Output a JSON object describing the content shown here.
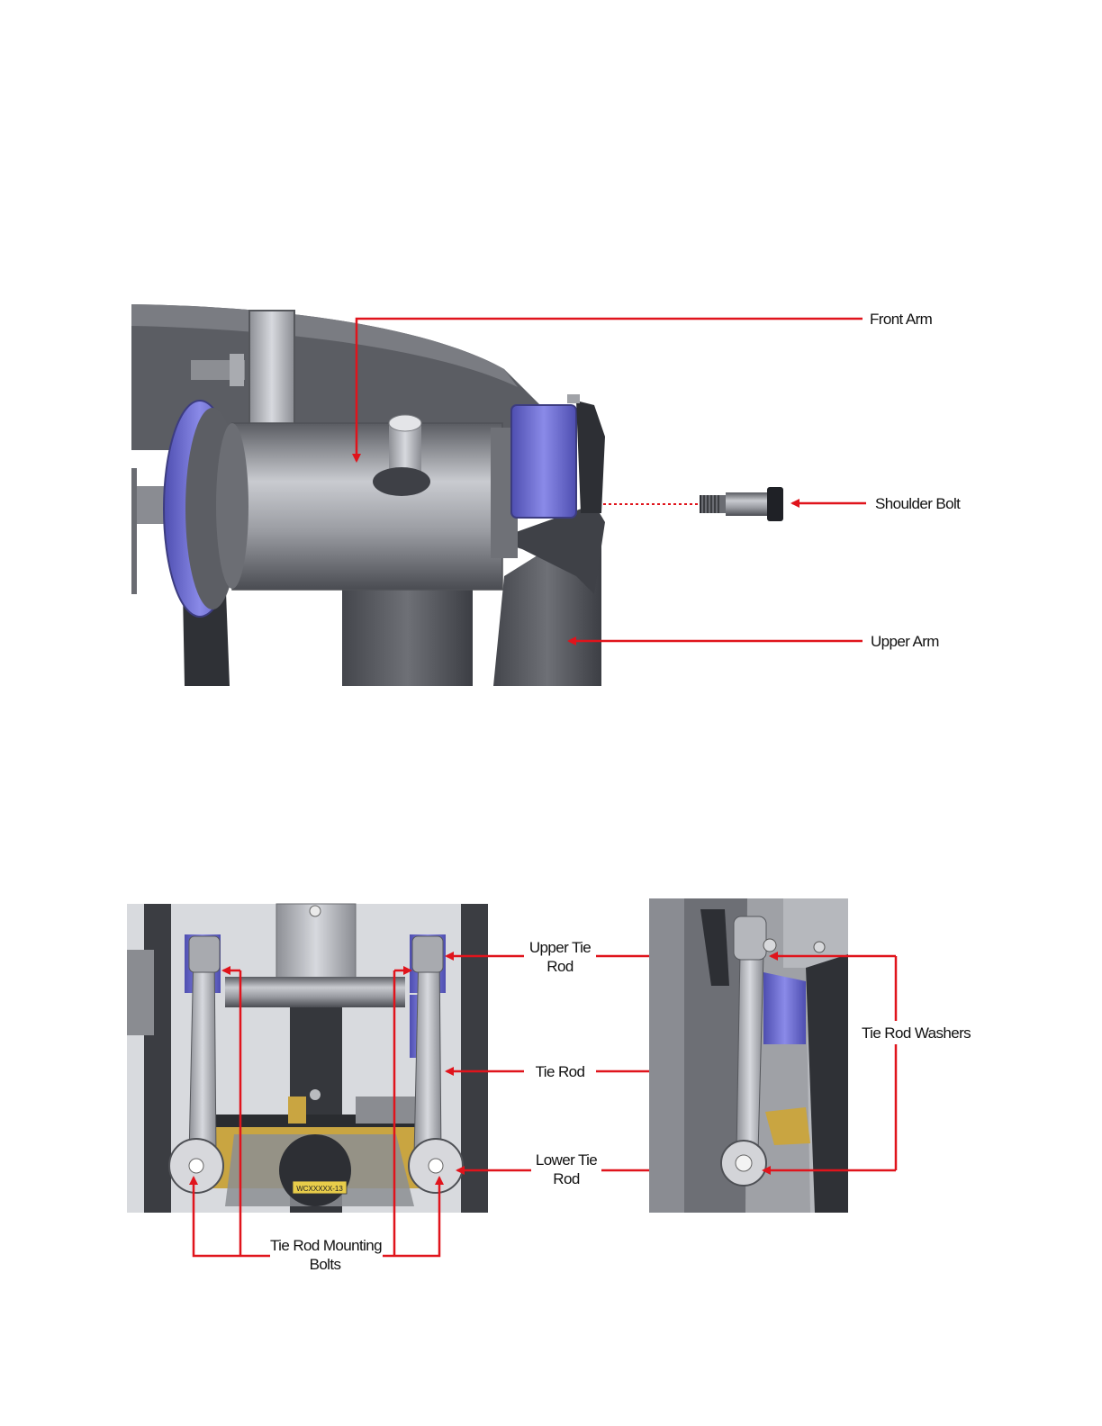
{
  "colors": {
    "callout": "#e0141c",
    "metal_dark": "#4a4c52",
    "metal_mid": "#7d7f85",
    "metal_light": "#b9bbc0",
    "bushing_blue": "#6f6fd6",
    "brass": "#c8a23a",
    "background": "#ffffff"
  },
  "figure1": {
    "labels": {
      "front_arm": "Front Arm",
      "shoulder_bolt": "Shoulder Bolt",
      "upper_arm": "Upper Arm"
    }
  },
  "figure2": {
    "labels": {
      "upper_tie_rod_1": "Upper Tie",
      "upper_tie_rod_2": "Rod",
      "tie_rod": "Tie Rod",
      "lower_tie_rod_1": "Lower Tie",
      "lower_tie_rod_2": "Rod",
      "mounting_bolts_1": "Tie Rod Mounting",
      "mounting_bolts_2": "Bolts",
      "part_tag": "WCXXXXX-13"
    }
  },
  "figure3": {
    "labels": {
      "tie_rod_washers": "Tie Rod Washers"
    }
  }
}
